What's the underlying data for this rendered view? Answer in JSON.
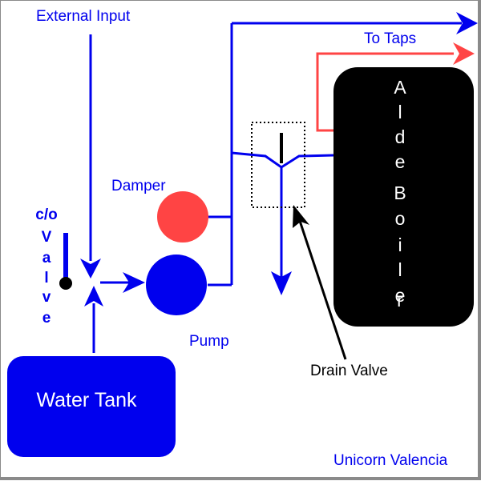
{
  "colors": {
    "blue": "#0000ee",
    "red": "#ff4444",
    "damper": "#ff4444",
    "pump": "#0000ee",
    "boiler": "#000000",
    "boiler_text": "#ffffff",
    "tank": "#0000ee",
    "tank_text": "#ffffff",
    "valve": "#000000"
  },
  "labels": {
    "external_input": "External Input",
    "to_taps": "To Taps",
    "damper": "Damper",
    "pump": "Pump",
    "drain_valve": "Drain Valve",
    "water_tank": "Water Tank",
    "credit": "Unicorn Valencia",
    "co_valve": [
      "c/o",
      "V",
      "a",
      "l",
      "v",
      "e"
    ],
    "boiler": [
      "A",
      "l",
      "d",
      "e",
      "B",
      "o",
      "i",
      "l",
      "e",
      "r"
    ]
  }
}
